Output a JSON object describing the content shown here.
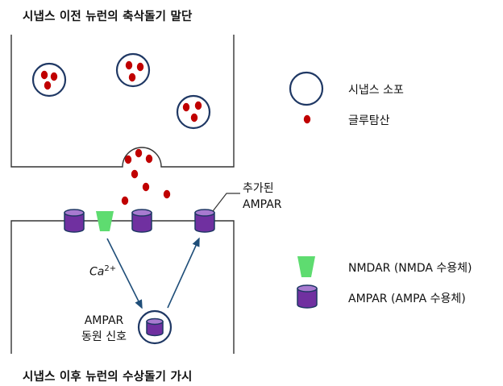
{
  "titles": {
    "presynaptic": "시냅스 이전 뉴런의 축삭돌기 말단",
    "postsynaptic": "시냅스 이후 뉴런의 수상돌기 가시"
  },
  "labels": {
    "added_ampar_line1": "추가된",
    "added_ampar_line2": "AMPAR",
    "ca_base": "Ca",
    "ca_sup": "2+",
    "recruit_line1": "AMPAR",
    "recruit_line2": "동원 신호"
  },
  "legend": {
    "vesicle": "시냅스 소포",
    "glutamate": "글루탐산",
    "nmdar": "NMDAR (NMDA 수용체)",
    "ampar": "AMPAR (AMPA 수용체)"
  },
  "colors": {
    "glutamate": "#c00000",
    "nmdar": "#5edc70",
    "ampar_fill": "#7030a0",
    "ampar_top": "#a87ad0",
    "arrow": "#1f4e79",
    "outline": "#1f3864"
  }
}
